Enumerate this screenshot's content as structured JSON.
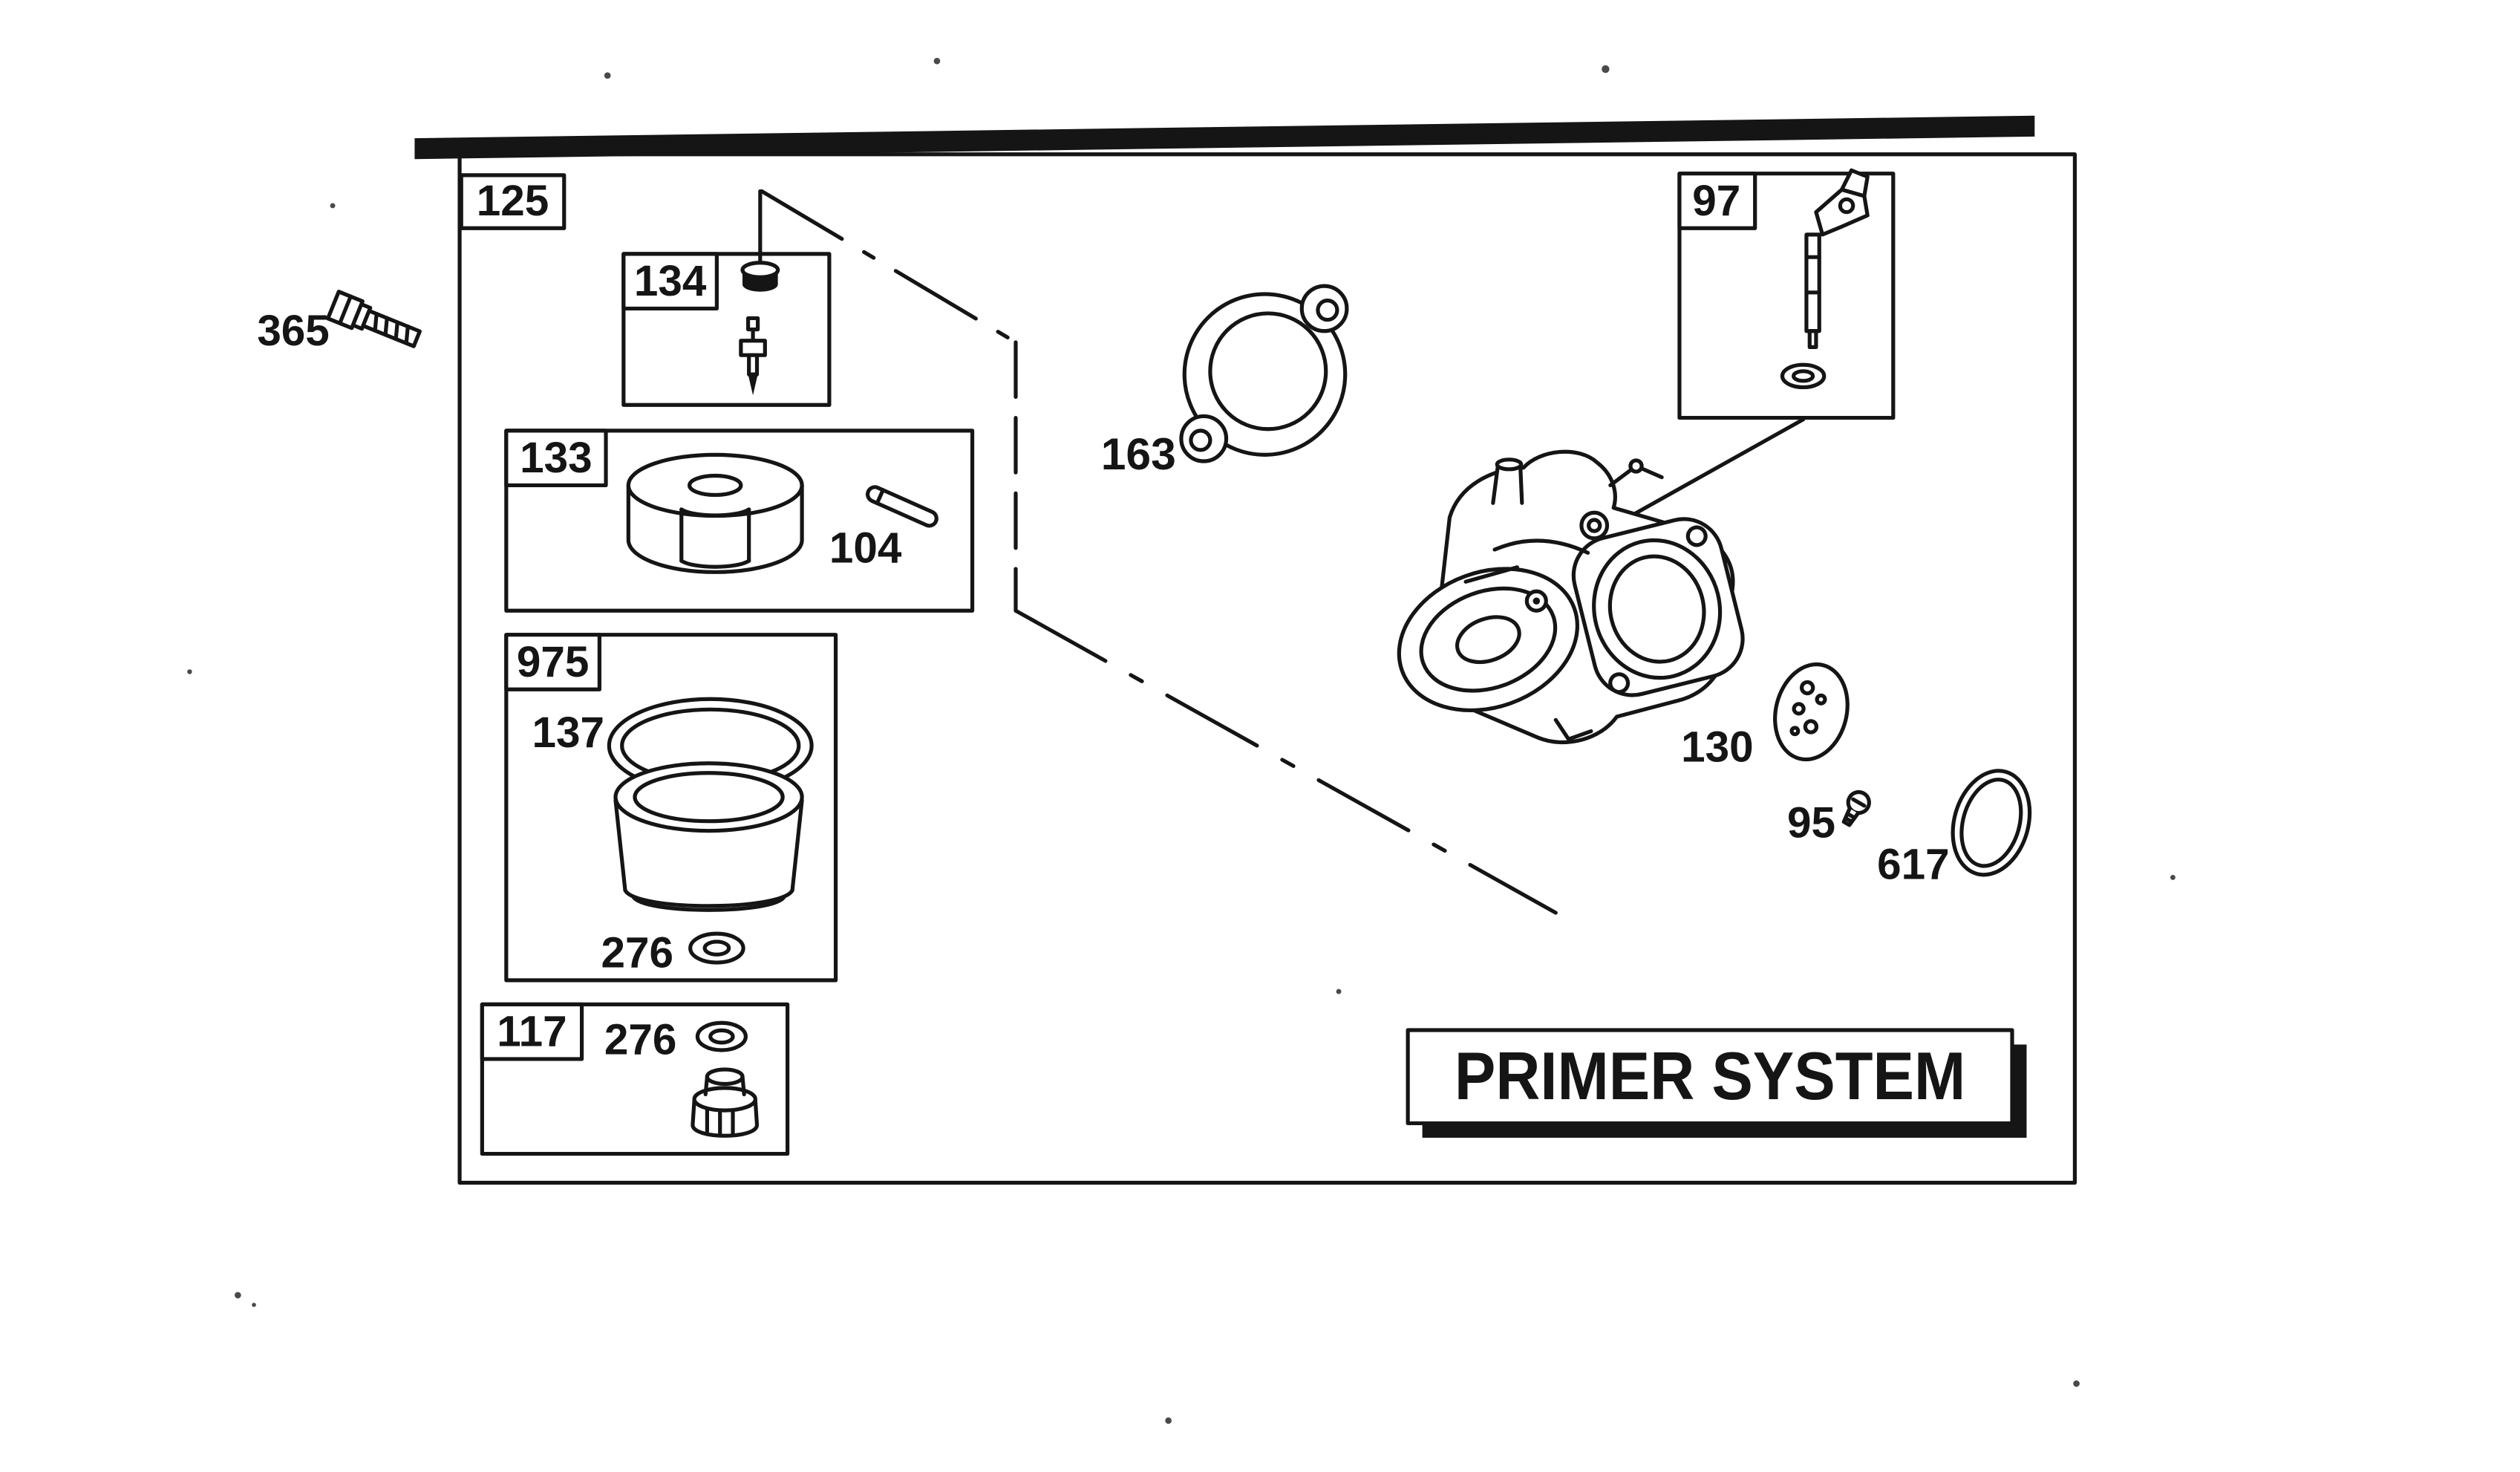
{
  "diagram": {
    "title": "PRIMER SYSTEM",
    "colors": {
      "ink": "#151515",
      "paper": "#ffffff"
    },
    "callouts": {
      "main_assembly": "125",
      "bolt": "365",
      "needle_box": "134",
      "float_box": "133",
      "float_pin": "104",
      "bowl_box": "975",
      "bowl_oring": "137",
      "bowl_washer": "276",
      "primer_box": "117",
      "primer_washer": "276",
      "gasket": "163",
      "seat_box": "97",
      "plate": "130",
      "screw": "95",
      "oring": "617"
    }
  }
}
